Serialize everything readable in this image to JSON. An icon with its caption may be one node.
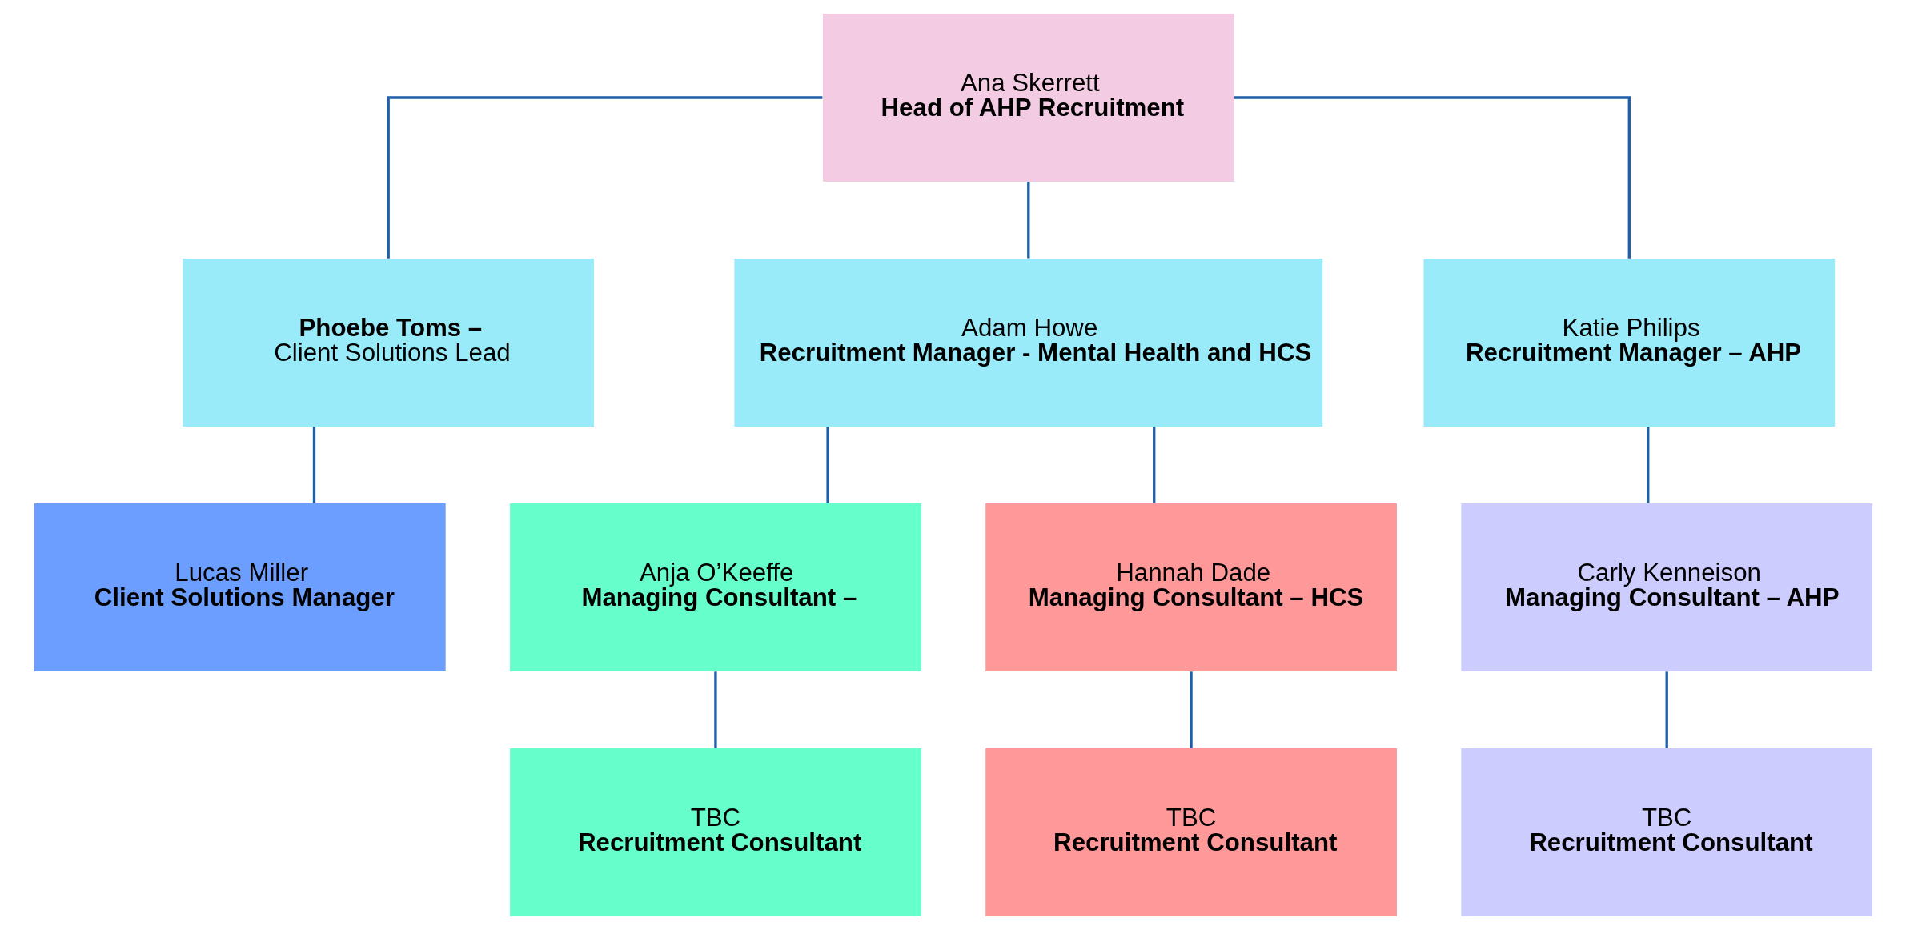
{
  "diagram": {
    "nodes": [
      {
        "text": [
          "Ana Skerrett",
          "Head of AHP Recruitment"
        ]
      },
      {
        "text": [
          "Phoebe Toms –",
          "Client Solutions Lead"
        ]
      },
      {
        "text": [
          "Adam Howe",
          "Recruitment Manager - Mental Health and HCS"
        ]
      },
      {
        "text": [
          "Katie Philips",
          "Recruitment Manager – AHP"
        ]
      },
      {
        "text": [
          "Lucas Miller",
          "Client Solutions Manager"
        ]
      },
      {
        "text": [
          "Anja O’Keeffe",
          "Managing Consultant –"
        ]
      },
      {
        "text": [
          "Hannah Dade",
          "Managing Consultant – HCS"
        ]
      },
      {
        "text": [
          "Carly Kenneison",
          "Managing Consultant – AHP"
        ]
      },
      {
        "text": [
          "TBC",
          "Recruitment Consultant"
        ]
      },
      {
        "text": [
          "TBC",
          "Recruitment Consultant"
        ]
      },
      {
        "text": [
          "TBC",
          "Recruitment Consultant"
        ]
      }
    ],
    "edges": [
      {
        "from": 0,
        "to": 1,
        "arrow": "none"
      },
      {
        "from": 0,
        "to": 2,
        "arrow": "none"
      },
      {
        "from": 0,
        "to": 3,
        "arrow": "none"
      },
      {
        "from": 1,
        "to": 4,
        "arrow": "none"
      },
      {
        "from": 2,
        "to": 5,
        "arrow": "none"
      },
      {
        "from": 2,
        "to": 6,
        "arrow": "none"
      },
      {
        "from": 3,
        "to": 7,
        "arrow": "none"
      },
      {
        "from": 5,
        "to": 8,
        "arrow": "none"
      },
      {
        "from": 6,
        "to": 9,
        "arrow": "none"
      },
      {
        "from": 7,
        "to": 10,
        "arrow": "none"
      }
    ]
  }
}
